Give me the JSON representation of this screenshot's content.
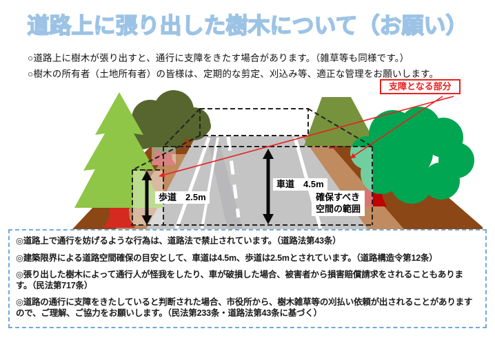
{
  "title": {
    "text": "道路上に張り出した樹木について（お願い）",
    "color": "#9DC3E6"
  },
  "intro": {
    "line1": "○道路上に樹木が張り出すと、通行に支障をきたす場合があります。（雑草等も同様です。）",
    "line2": "○樹木の所有者（土地所有者）の皆様は、定期的な剪定、刈込み等、適正な管理をお願いします。"
  },
  "diagram": {
    "obstruction_label": "支障となる部分",
    "sidewalk_label": "歩道　2.5m",
    "roadway_label": "車道　4.5m",
    "secured_space_line1": "確保すべき",
    "secured_space_line2": "空間の範囲",
    "measurements": {
      "sidewalk_clearance": "2.5m",
      "roadway_clearance": "4.5m"
    },
    "colors": {
      "pine_green": "#8FC647",
      "olive_tree": "#57652F",
      "moss_tree": "#76923C",
      "bush_green": "#00A651",
      "trunk_red": "#D42A20",
      "trunk_dark_red": "#C00000",
      "soil_brown": "#8B4715",
      "shoulder_tan": "#C08B5F",
      "road_gray": "#C4C4C5",
      "pointer_red": "#E8201E",
      "clearance_dash": "#222222"
    }
  },
  "notes": {
    "border_color": "#6FA8DC",
    "items": [
      "◎道路上で通行を妨げるような行為は、道路法で禁止されています。（道路法第43条）",
      "◎建築限界による道路空間確保の目安として、車道は4.5m、歩道は2.5mとされています。（道路構造令第12条）",
      "◎張り出した樹木によって通行人が怪我をしたり、車が破損した場合、被害者から損害賠償請求をされることもあります。（民法第717条）",
      "◎道路の通行に支障をきたしていると判断された場合、市役所から、樹木雑草等の刈払い依頼が出されることがありますので、ご理解、ご協力をお願いします。（民法第233条・道路法第43条に基づく）"
    ]
  }
}
